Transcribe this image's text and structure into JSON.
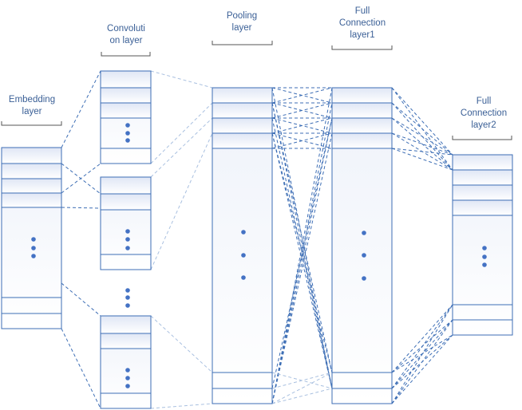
{
  "labels": {
    "embedding": [
      "Embedding",
      "layer"
    ],
    "convolution": [
      "Convoluti",
      "on layer"
    ],
    "pooling": [
      "Pooling",
      "layer"
    ],
    "fc1": [
      "Full",
      "Connection",
      "layer1"
    ],
    "fc2": [
      "Full",
      "Connection",
      "layer2"
    ]
  },
  "colors": {
    "box_stroke": "#3d6eb5",
    "dashed_dark": "#3d6eb5",
    "dashed_light": "#a9c0e0",
    "dots": "#4472c4",
    "label_text": "#3a5f96",
    "gradient_top": "#dfe6f5"
  }
}
